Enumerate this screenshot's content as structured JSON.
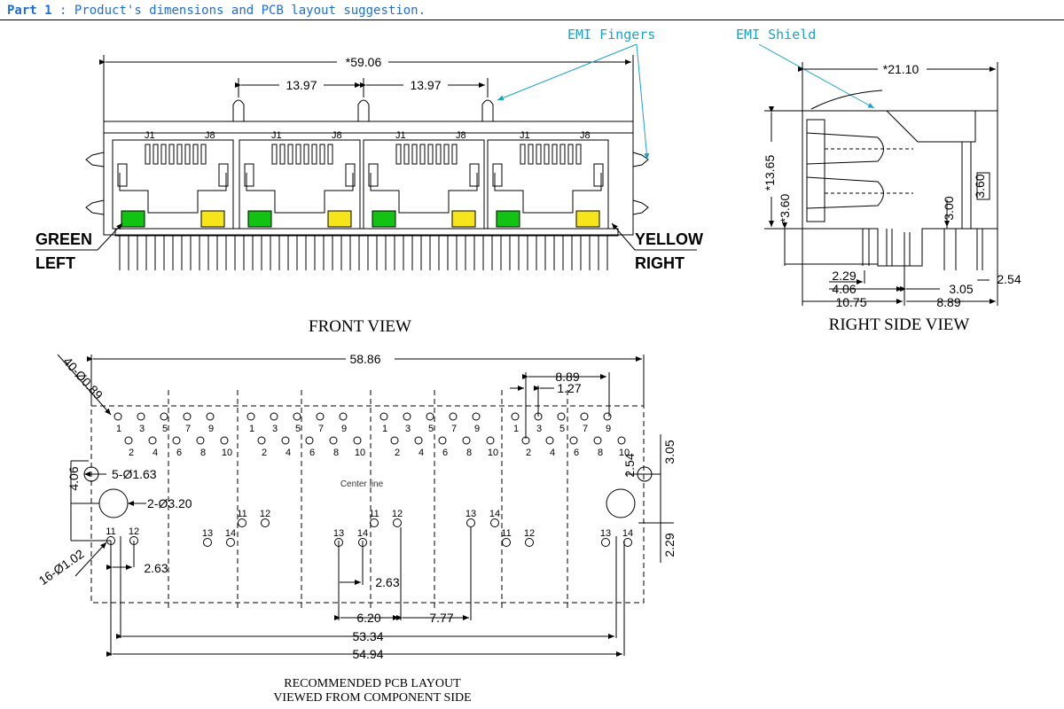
{
  "header": {
    "part": "Part 1",
    "colon": ":",
    "title": "Product's dimensions and PCB layout suggestion."
  },
  "front_view": {
    "caption": "FRONT VIEW",
    "overall_width": "*59.06",
    "pitch_a": "13.97",
    "pitch_b": "13.97",
    "emi_fingers": "EMI Fingers",
    "emi_shield": "EMI Shield",
    "led_left": [
      "GREEN",
      "LEFT"
    ],
    "led_right": [
      "YELLOW",
      "RIGHT"
    ],
    "pin_labels": [
      "J1",
      "J8"
    ],
    "led_colors": {
      "green": "#13c313",
      "yellow": "#f5e51a"
    }
  },
  "side_view": {
    "caption": "RIGHT SIDE VIEW",
    "depth": "*21.10",
    "height": "*13.65",
    "h2": "*3.60",
    "d300": "3.00",
    "d360": "3.60",
    "d229": "2.29",
    "d406": "4.06",
    "d1075": "10.75",
    "d305": "3.05",
    "d889": "8.89",
    "d254": "2.54"
  },
  "pcb": {
    "caption_1": "RECOMMENDED PCB LAYOUT",
    "caption_2": "VIEWED FROM COMPONENT SIDE",
    "w5886": "58.86",
    "d889": "8.89",
    "d127": "1.27",
    "holes_small": "40-Ø0.89",
    "holes_mid": "5-Ø1.63",
    "holes_big": "2-Ø3.20",
    "holes_led": "16-Ø1.02",
    "d406": "4.06",
    "d263a": "2.63",
    "d263b": "2.63",
    "d254": "2.54",
    "d305": "3.05",
    "d229": "2.29",
    "d620": "6.20",
    "d777": "7.77",
    "d5334": "53.34",
    "d5494": "54.94",
    "centerline": "Center line",
    "odd_pins": [
      "1",
      "3",
      "5",
      "7",
      "9"
    ],
    "even_pins": [
      "2",
      "4",
      "6",
      "8",
      "10"
    ],
    "led_pins": [
      "11",
      "12",
      "13",
      "14"
    ]
  }
}
